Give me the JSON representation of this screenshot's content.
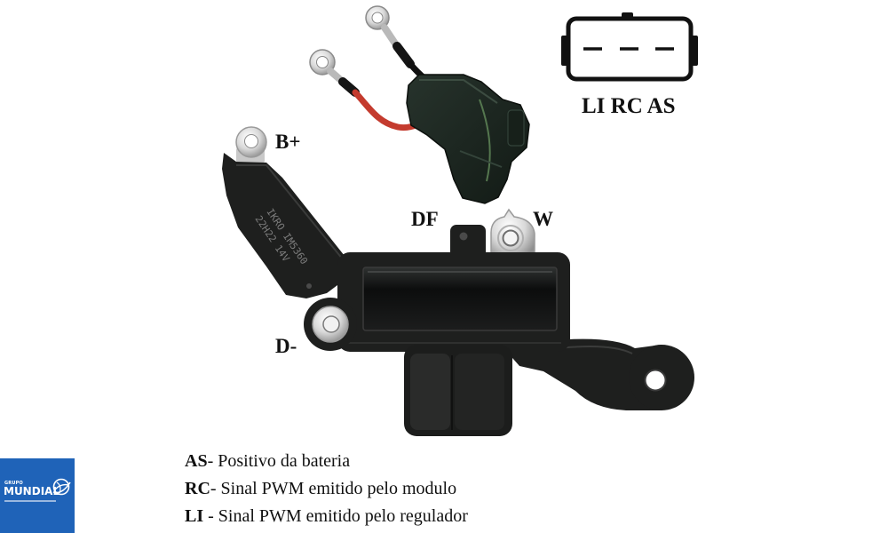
{
  "pinout": {
    "pin_labels": "LI RC AS"
  },
  "terminals": {
    "b_plus": "B+",
    "df": "DF",
    "w": "W",
    "d_minus": "D-"
  },
  "part_marking": {
    "line1": "IKRO IM5360",
    "line2": "22H22 14V"
  },
  "legend": [
    {
      "code": "AS",
      "text": "- Positivo da bateria"
    },
    {
      "code": "RC",
      "text": "- Sinal PWM emitido pelo modulo"
    },
    {
      "code": "LI",
      "text": " - Sinal PWM emitido pelo regulador"
    }
  ],
  "logo": {
    "top_text": "GRUPO",
    "name": "MUNDIAL",
    "icon": "globe-icon"
  },
  "colors": {
    "background": "#ffffff",
    "logo_blue": "#1f63b8",
    "wire_red": "#c43b2e",
    "plastic": "#1e1f1e",
    "terminal_silver": "#d9d9d9"
  }
}
